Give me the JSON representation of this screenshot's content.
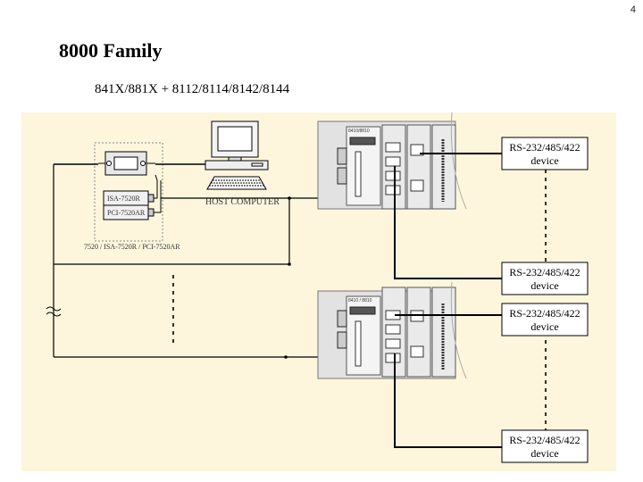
{
  "page_number": "4",
  "title": "8000 Family",
  "subtitle": "841X/881X + 8112/8114/8142/8144",
  "diagram": {
    "host_label": "HOST COMPUTER",
    "converter_cards": [
      "ISA-7520R",
      "PCI-7520AR"
    ],
    "converter_caption": "7520 / ISA-7520R / PCI-7520AR",
    "controller_labels": [
      "8410/8810",
      "8410 / 8810"
    ],
    "device_line1": "RS-232/485/422",
    "device_line2": "device",
    "colors": {
      "background_panel": "#fdf6dc",
      "line": "#000000",
      "rack_gray": "#d8d8d8"
    }
  }
}
